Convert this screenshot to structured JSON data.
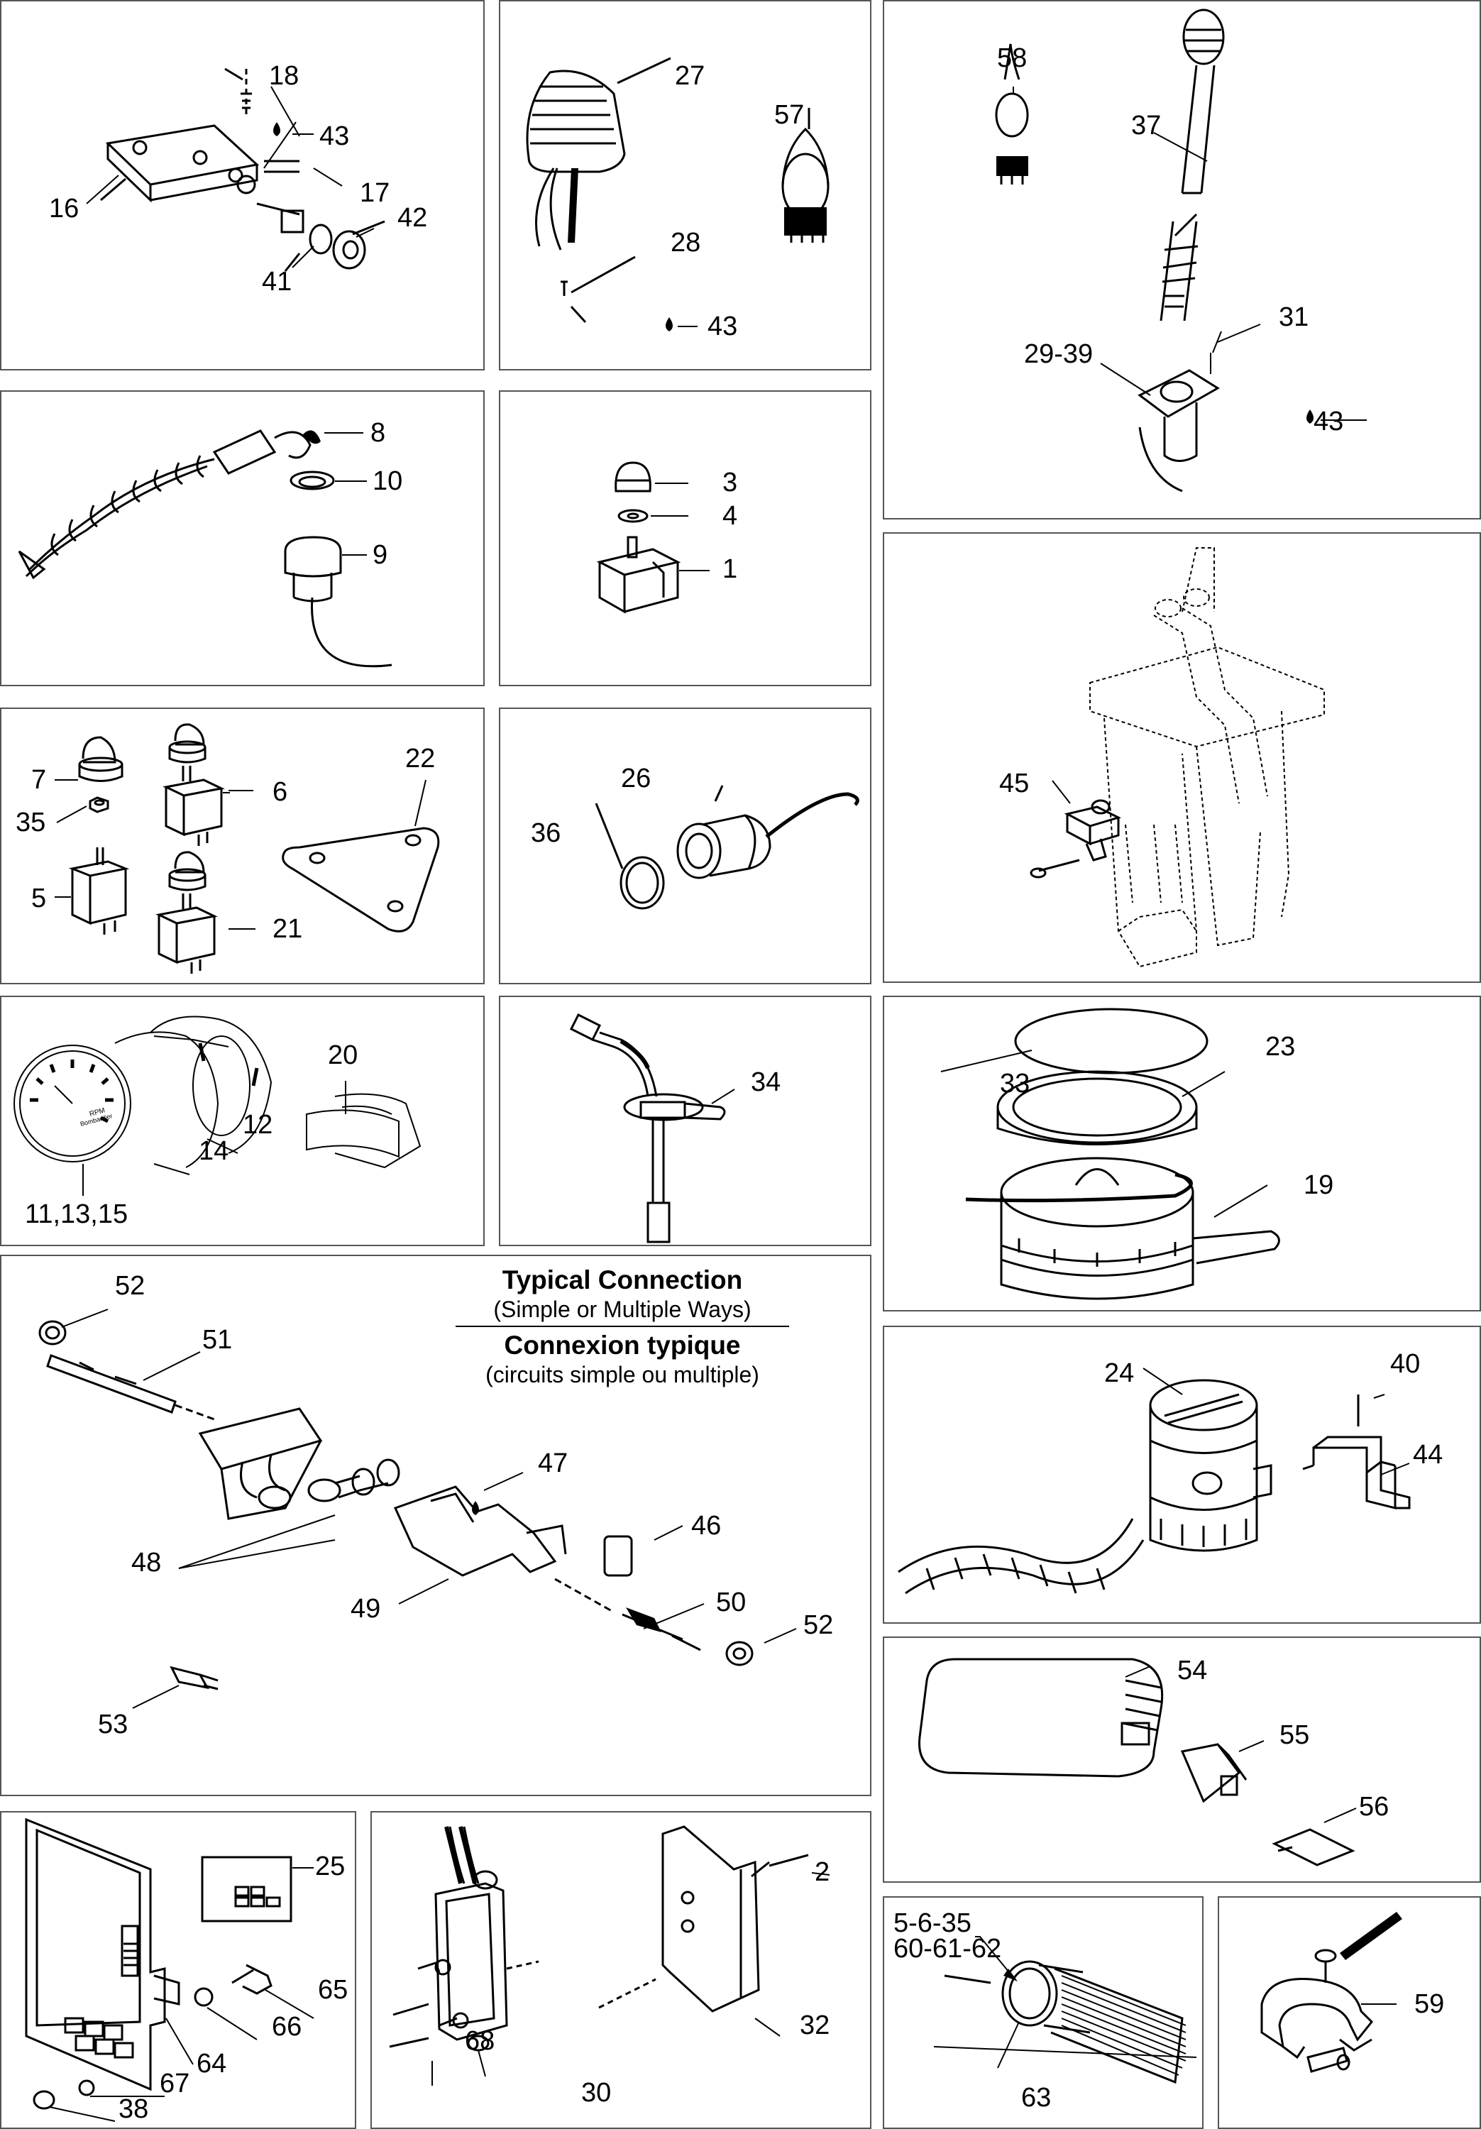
{
  "panels": {
    "p1": {
      "labels": [
        "18",
        "43",
        "17",
        "16",
        "42",
        "41"
      ]
    },
    "p2": {
      "labels": [
        "27",
        "57",
        "28",
        "43"
      ]
    },
    "p3": {
      "labels": [
        "58",
        "37",
        "31",
        "29-39",
        "43"
      ]
    },
    "p4": {
      "labels": [
        "8",
        "10",
        "9"
      ]
    },
    "p5": {
      "labels": [
        "3",
        "4",
        "1"
      ]
    },
    "p6": {
      "labels": [
        "45"
      ]
    },
    "p7": {
      "labels": [
        "22",
        "7",
        "6",
        "35",
        "5",
        "21"
      ]
    },
    "p8": {
      "labels": [
        "26",
        "36"
      ]
    },
    "p9": {
      "labels": [
        "20",
        "12",
        "14",
        "11,13,15"
      ],
      "gauge_text": [
        "RPM",
        "Bombardier"
      ]
    },
    "p10": {
      "labels": [
        "34"
      ]
    },
    "p11": {
      "labels": [
        "33",
        "23",
        "19"
      ]
    },
    "p12": {
      "labels": [
        "52",
        "51",
        "47",
        "48",
        "46",
        "49",
        "50",
        "53",
        "52"
      ]
    },
    "p13": {
      "labels": [
        "40",
        "24",
        "44"
      ]
    },
    "p14": {
      "labels": [
        "54",
        "55",
        "56"
      ]
    },
    "p15": {
      "labels": [
        "25",
        "65",
        "66",
        "64",
        "67",
        "38"
      ]
    },
    "p16": {
      "labels": [
        "2",
        "32",
        "68",
        "30"
      ]
    },
    "p17": {
      "labels": [
        "5-6-35",
        "60-61-62",
        "63"
      ]
    },
    "p18": {
      "labels": [
        "59"
      ]
    }
  },
  "typical_connection": {
    "title_en": "Typical Connection",
    "subtitle_en": "(Simple or Multiple Ways)",
    "title_fr": "Connexion typique",
    "subtitle_fr": "(circuits simple ou multiple)"
  }
}
